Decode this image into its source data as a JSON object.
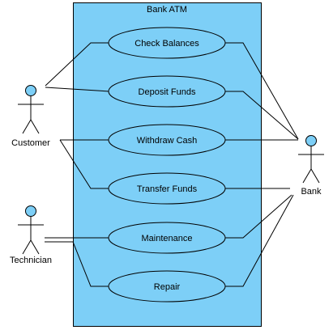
{
  "diagram": {
    "system_title": "Bank ATM",
    "colors": {
      "system_fill": "#7dcff7",
      "usecase_fill": "#7dcff7",
      "actor_head_fill": "#7dcff7",
      "stroke": "#000000"
    },
    "actors": [
      {
        "id": "customer",
        "label": "Customer"
      },
      {
        "id": "technician",
        "label": "Technician"
      },
      {
        "id": "bank",
        "label": "Bank"
      }
    ],
    "use_cases": [
      {
        "id": "check-balances",
        "label": "Check Balances"
      },
      {
        "id": "deposit-funds",
        "label": "Deposit Funds"
      },
      {
        "id": "withdraw-cash",
        "label": "Withdraw Cash"
      },
      {
        "id": "transfer-funds",
        "label": "Transfer Funds"
      },
      {
        "id": "maintenance",
        "label": "Maintenance"
      },
      {
        "id": "repair",
        "label": "Repair"
      }
    ]
  }
}
